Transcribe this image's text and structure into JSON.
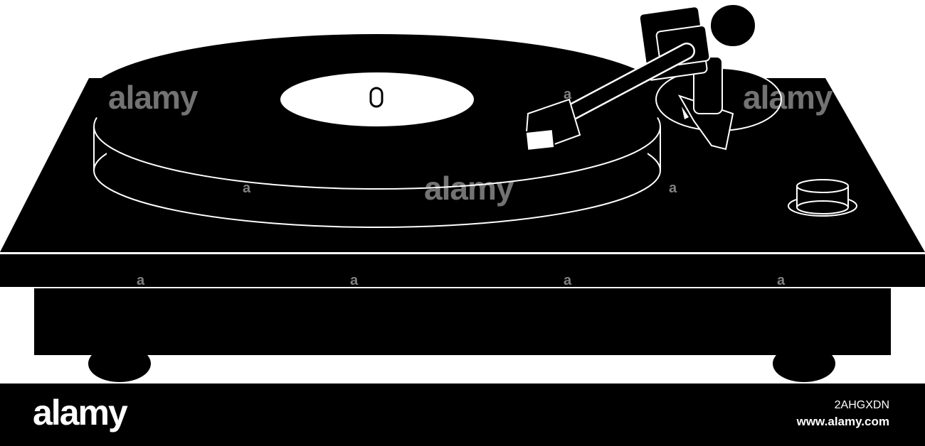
{
  "watermark": {
    "text": "alamy",
    "letter": "a"
  },
  "footer": {
    "logo": "alamy",
    "image_id": "2AHGXDN",
    "url": "www.alamy.com"
  },
  "colors": {
    "ink": "#000000",
    "paper": "#ffffff"
  },
  "illustration": {
    "subject": "turntable-icon"
  }
}
